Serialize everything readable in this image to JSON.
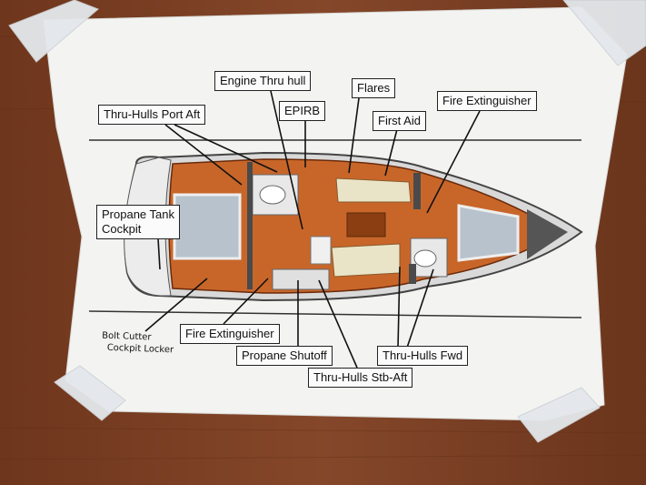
{
  "labels": {
    "engine_thru_hull": "Engine Thru hull",
    "flares": "Flares",
    "fire_extinguisher_fwd": "Fire Extinguisher",
    "thru_hulls_port_aft": "Thru-Hulls Port Aft",
    "epirb": "EPIRB",
    "first_aid": "First Aid",
    "propane_tank_cockpit_line1": "Propane Tank",
    "propane_tank_cockpit_line2": "Cockpit",
    "bolt_cutter_line1": "Bolt Cutter",
    "bolt_cutter_line2": "Cockpit Locker",
    "fire_extinguisher_aft": "Fire Extinguisher",
    "propane_shutoff": "Propane Shutoff",
    "thru_hulls_stb_aft": "Thru-Hulls Stb-Aft",
    "thru_hulls_fwd": "Thru-Hulls Fwd"
  },
  "colors": {
    "wood": "#7a3f22",
    "paper": "#f3f3f1",
    "hull_interior": "#c8662a",
    "cushion": "#e9e4c8",
    "cabin_floor": "#b7c2cc"
  }
}
